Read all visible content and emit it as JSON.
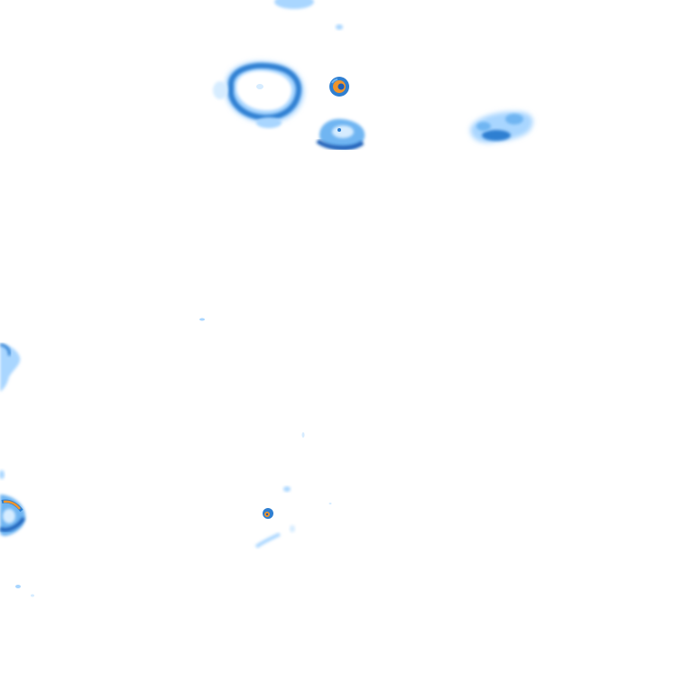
{
  "map": {
    "kind": "precipitation-radar-tile",
    "background_color": "#ffffff",
    "intensity_colors": {
      "very_light": "#d6ecff",
      "light": "#a9d6ff",
      "moderate": "#6fb5f2",
      "heavy": "#2f7fd1",
      "very_heavy": "#1d5fb8",
      "extreme": "#f0942a"
    },
    "echoes": [
      {
        "name": "echo-ring-northwest",
        "intensity": "moderate"
      },
      {
        "name": "echo-core-north-center",
        "intensity": "extreme"
      },
      {
        "name": "echo-cell-north-center-lower",
        "intensity": "heavy"
      },
      {
        "name": "echo-band-northeast",
        "intensity": "moderate"
      },
      {
        "name": "echo-top-edge",
        "intensity": "light"
      },
      {
        "name": "echo-west-edge",
        "intensity": "moderate"
      },
      {
        "name": "echo-cell-southwest-edge",
        "intensity": "extreme"
      },
      {
        "name": "echo-cell-south-center",
        "intensity": "extreme"
      }
    ]
  }
}
